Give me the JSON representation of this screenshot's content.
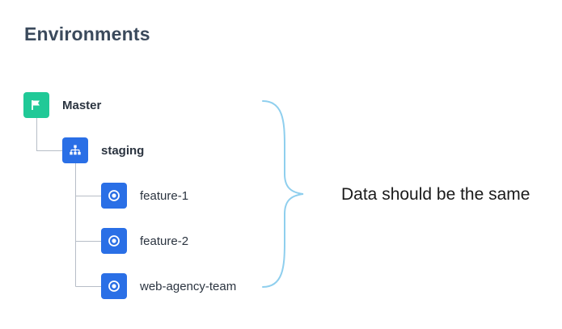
{
  "header": {
    "title": "Environments"
  },
  "tree": {
    "master": {
      "label": "Master",
      "icon": "flag-icon",
      "color": "#20c997"
    },
    "staging": {
      "label": "staging",
      "icon": "hierarchy-icon",
      "color": "#2a6fe6"
    },
    "children": [
      {
        "label": "feature-1",
        "icon": "target-icon",
        "color": "#2a6fe6"
      },
      {
        "label": "feature-2",
        "icon": "target-icon",
        "color": "#2a6fe6"
      },
      {
        "label": "web-agency-team",
        "icon": "target-icon",
        "color": "#2a6fe6"
      }
    ]
  },
  "annotation": {
    "text": "Data should be the same",
    "brace_color": "#8fcfee"
  }
}
